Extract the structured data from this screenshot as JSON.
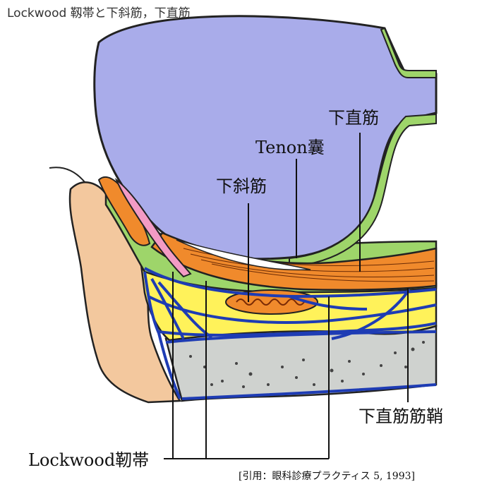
{
  "title": "Lockwood 靱帯と下斜筋，下直筋",
  "labels": {
    "inferior_rectus": "下直筋",
    "tenon_capsule": "Tenon囊",
    "inferior_oblique": "下斜筋",
    "inferior_rectus_sheath": "下直筋筋鞘",
    "lockwood_ligament": "Lockwood靭帯"
  },
  "citation": "[引用：眼科診療プラクティス 5, 1993]",
  "colors": {
    "eyeball": "#a9acea",
    "tenon": "#9ed56a",
    "muscle": "#f08a2c",
    "fat": "#fff25a",
    "fascia": "#1e3cb4",
    "bone": "#cfd2cf",
    "eyelid": "#f3c89e",
    "tarsus_pink": "#f39bc4"
  }
}
